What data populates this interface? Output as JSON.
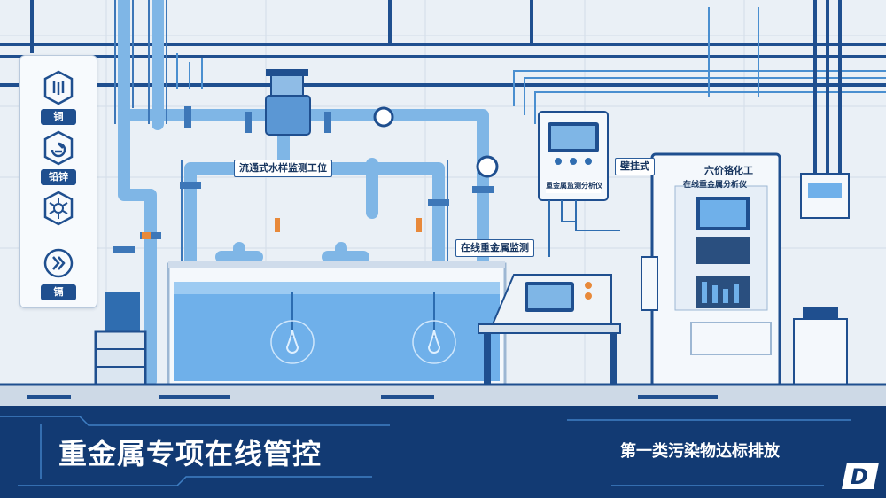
{
  "legend": {
    "items": [
      {
        "label": "铜",
        "icon": "copper-icon"
      },
      {
        "label": "铅锌",
        "icon": "lead-zinc-icon"
      },
      {
        "label": "",
        "icon": "molecule-icon"
      },
      {
        "label": "镉",
        "icon": "cadmium-icon"
      }
    ]
  },
  "labels": {
    "flow_station": "流通式水样监测工位",
    "online_monitor": "在线重金属监测",
    "wall_mount": "壁挂式",
    "cabinet_top": "六价铬化工",
    "cabinet_panel": "在线重金属分析仪",
    "wall_analyzer": "重金属监测分析仪"
  },
  "banner": {
    "title": "重金属专项在线管控",
    "subtitle": "第一类污染物达标排放"
  },
  "brand": {
    "glyph": "D"
  },
  "colors": {
    "pipe": "#7fb6e6",
    "pipe_dark": "#3d77b8",
    "water": "#5aa6e8",
    "banner": "#123a73",
    "accent": "#1f4f8f"
  }
}
